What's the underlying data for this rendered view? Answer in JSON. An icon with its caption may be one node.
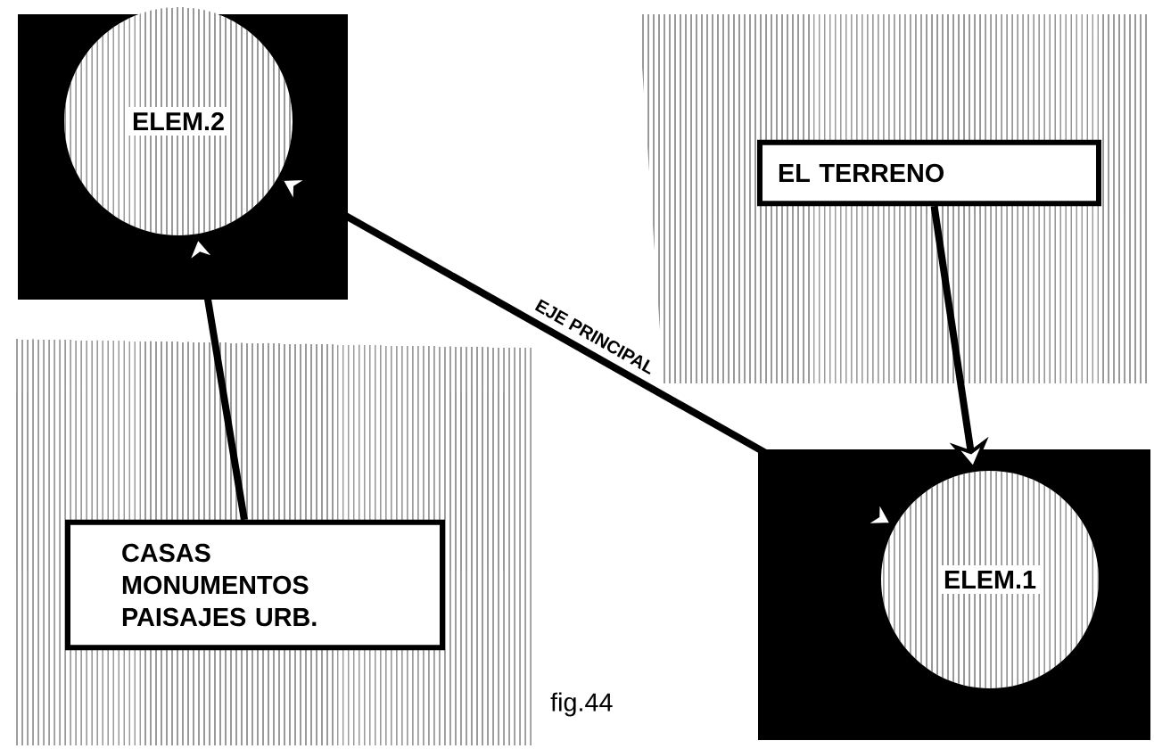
{
  "diagram": {
    "caption": "fig.44",
    "nodes": [
      {
        "text": [
          "ELEM.2"
        ]
      },
      {
        "text": [
          "EL TERRENO"
        ]
      },
      {
        "text": [
          "CASAS MONUMENTOS PAISAJES URB."
        ]
      },
      {
        "text": [
          "ELEM.1"
        ]
      }
    ],
    "edges": [
      {
        "from": 2,
        "to": 0,
        "arrow": "to"
      },
      {
        "from": 1,
        "to": 3,
        "arrow": "to"
      },
      {
        "from": 0,
        "to": 3,
        "arrow": "both",
        "label": "EJE PRINCIPAL"
      }
    ]
  }
}
